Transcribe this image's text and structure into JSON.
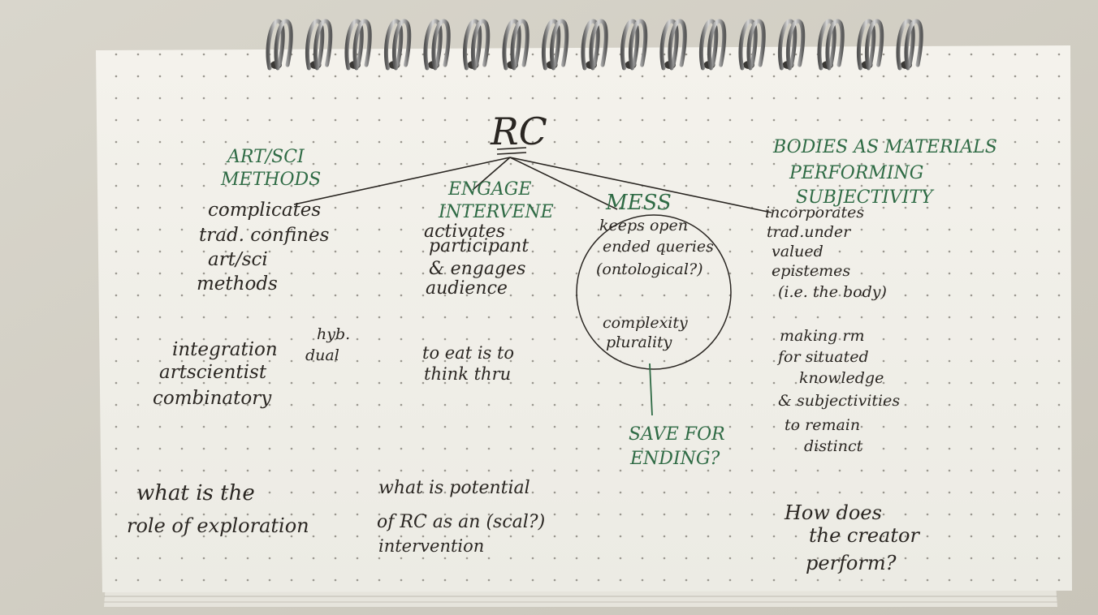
{
  "notebook": {
    "title": "RC",
    "top_nodes": [
      {
        "id": "artsci",
        "heading": [
          "ART/SCI",
          "METHODS"
        ],
        "body": [
          "complicates",
          "trad. confines",
          "art/sci",
          "methods"
        ]
      },
      {
        "id": "engage",
        "heading": [
          "ENGAGE",
          "INTERVENE"
        ],
        "body": [
          "activates",
          "participant",
          "& engages",
          "audience"
        ]
      },
      {
        "id": "mess",
        "heading": [
          "MESS"
        ],
        "body": [
          "keeps open",
          "ended queries",
          "(ontological?)",
          "complexity",
          "plurality"
        ]
      },
      {
        "id": "bodies",
        "heading": [
          "BODIES AS MATERIALS",
          "PERFORMING",
          "SUBJECTIVITY"
        ],
        "body": [
          "incorporates",
          "trad.under",
          "valued",
          "epistemes",
          "(i.e. the body)"
        ]
      }
    ],
    "mid_notes": {
      "artsci": [
        "integration",
        "artscientist",
        "combinatory"
      ],
      "artsci_aside": [
        "hyb.",
        "dual"
      ],
      "engage": [
        "to eat is to",
        "think thru"
      ],
      "mess_save": [
        "SAVE FOR",
        "ENDING?"
      ],
      "bodies": [
        "making rm",
        "for situated",
        "knowledge",
        "& subjectivities",
        "to remain",
        "distinct"
      ]
    },
    "questions": {
      "q1": [
        "what is the",
        "role of exploration"
      ],
      "q2": [
        "what is potential",
        "of RC as an (scal?)",
        "intervention"
      ],
      "q3": [
        "How does",
        "the creator",
        "perform?"
      ]
    },
    "colors": {
      "paper": "#f3f1ea",
      "ink_black": "#2a2622",
      "ink_green": "#2f6b45",
      "spiral": "#8c8c8c"
    }
  }
}
